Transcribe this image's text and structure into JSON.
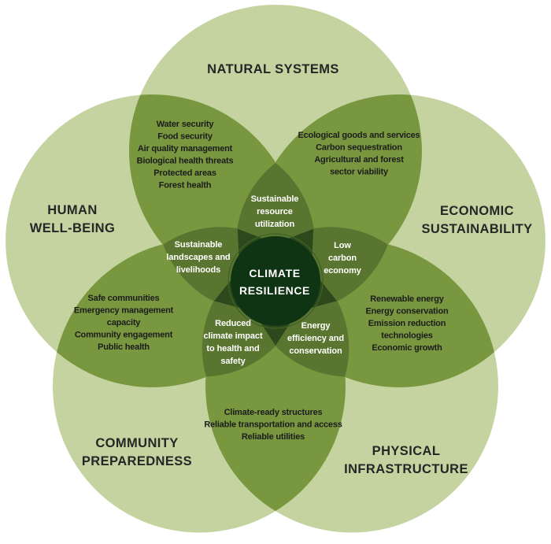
{
  "colors": {
    "background": "#ffffff",
    "circle_fill": "#c5d3a0",
    "pair_overlap_fill": "#78973f",
    "petal_fill": "#5a7530",
    "star_fill": "#2d491b",
    "center_fill": "#0e3414",
    "center_ring": "#3f6127",
    "heading_text": "#262626",
    "list_text": "#1c1c1c",
    "petal_text": "#ffffff",
    "center_text": "#ffffff"
  },
  "center": {
    "lines": [
      "CLIMATE",
      "RESILIENCE"
    ]
  },
  "domains": [
    {
      "id": "natural-systems",
      "lines": [
        "NATURAL SYSTEMS"
      ]
    },
    {
      "id": "human-well-being",
      "lines": [
        "HUMAN",
        "WELL-BEING"
      ]
    },
    {
      "id": "economic-sustainability",
      "lines": [
        "ECONOMIC",
        "SUSTAINABILITY"
      ]
    },
    {
      "id": "community-preparedness",
      "lines": [
        "COMMUNITY",
        "PREPAREDNESS"
      ]
    },
    {
      "id": "physical-infrastructure",
      "lines": [
        "PHYSICAL",
        "INFRASTRUCTURE"
      ]
    }
  ],
  "pair_regions": [
    {
      "id": "natural-human",
      "items": [
        "Water security",
        "Food security",
        "Air quality management",
        "Biological health threats",
        "Protected areas",
        "Forest health"
      ]
    },
    {
      "id": "natural-economic",
      "items": [
        "Ecological goods and services",
        "Carbon sequestration",
        "Agricultural and forest",
        "sector viability"
      ]
    },
    {
      "id": "human-community",
      "items": [
        "Safe communities",
        "Emergency management",
        "capacity",
        "Community engagement",
        "Public health"
      ]
    },
    {
      "id": "economic-physical",
      "items": [
        "Renewable energy",
        "Energy conservation",
        "Emission reduction",
        "technologies",
        "Economic growth"
      ]
    },
    {
      "id": "community-physical",
      "items": [
        "Climate-ready structures",
        "Reliable transportation and access",
        "Reliable utilities"
      ]
    }
  ],
  "petals": [
    {
      "id": "sustainable-resource-utilization",
      "lines": [
        "Sustainable",
        "resource",
        "utilization"
      ]
    },
    {
      "id": "low-carbon-economy",
      "lines": [
        "Low",
        "carbon",
        "economy"
      ]
    },
    {
      "id": "sustainable-landscapes-livelihoods",
      "lines": [
        "Sustainable",
        "landscapes and",
        "livelihoods"
      ]
    },
    {
      "id": "reduced-climate-impact",
      "lines": [
        "Reduced",
        "climate impact",
        "to health and",
        "safety"
      ]
    },
    {
      "id": "energy-efficiency-conservation",
      "lines": [
        "Energy",
        "efficiency and",
        "conservation"
      ]
    }
  ]
}
